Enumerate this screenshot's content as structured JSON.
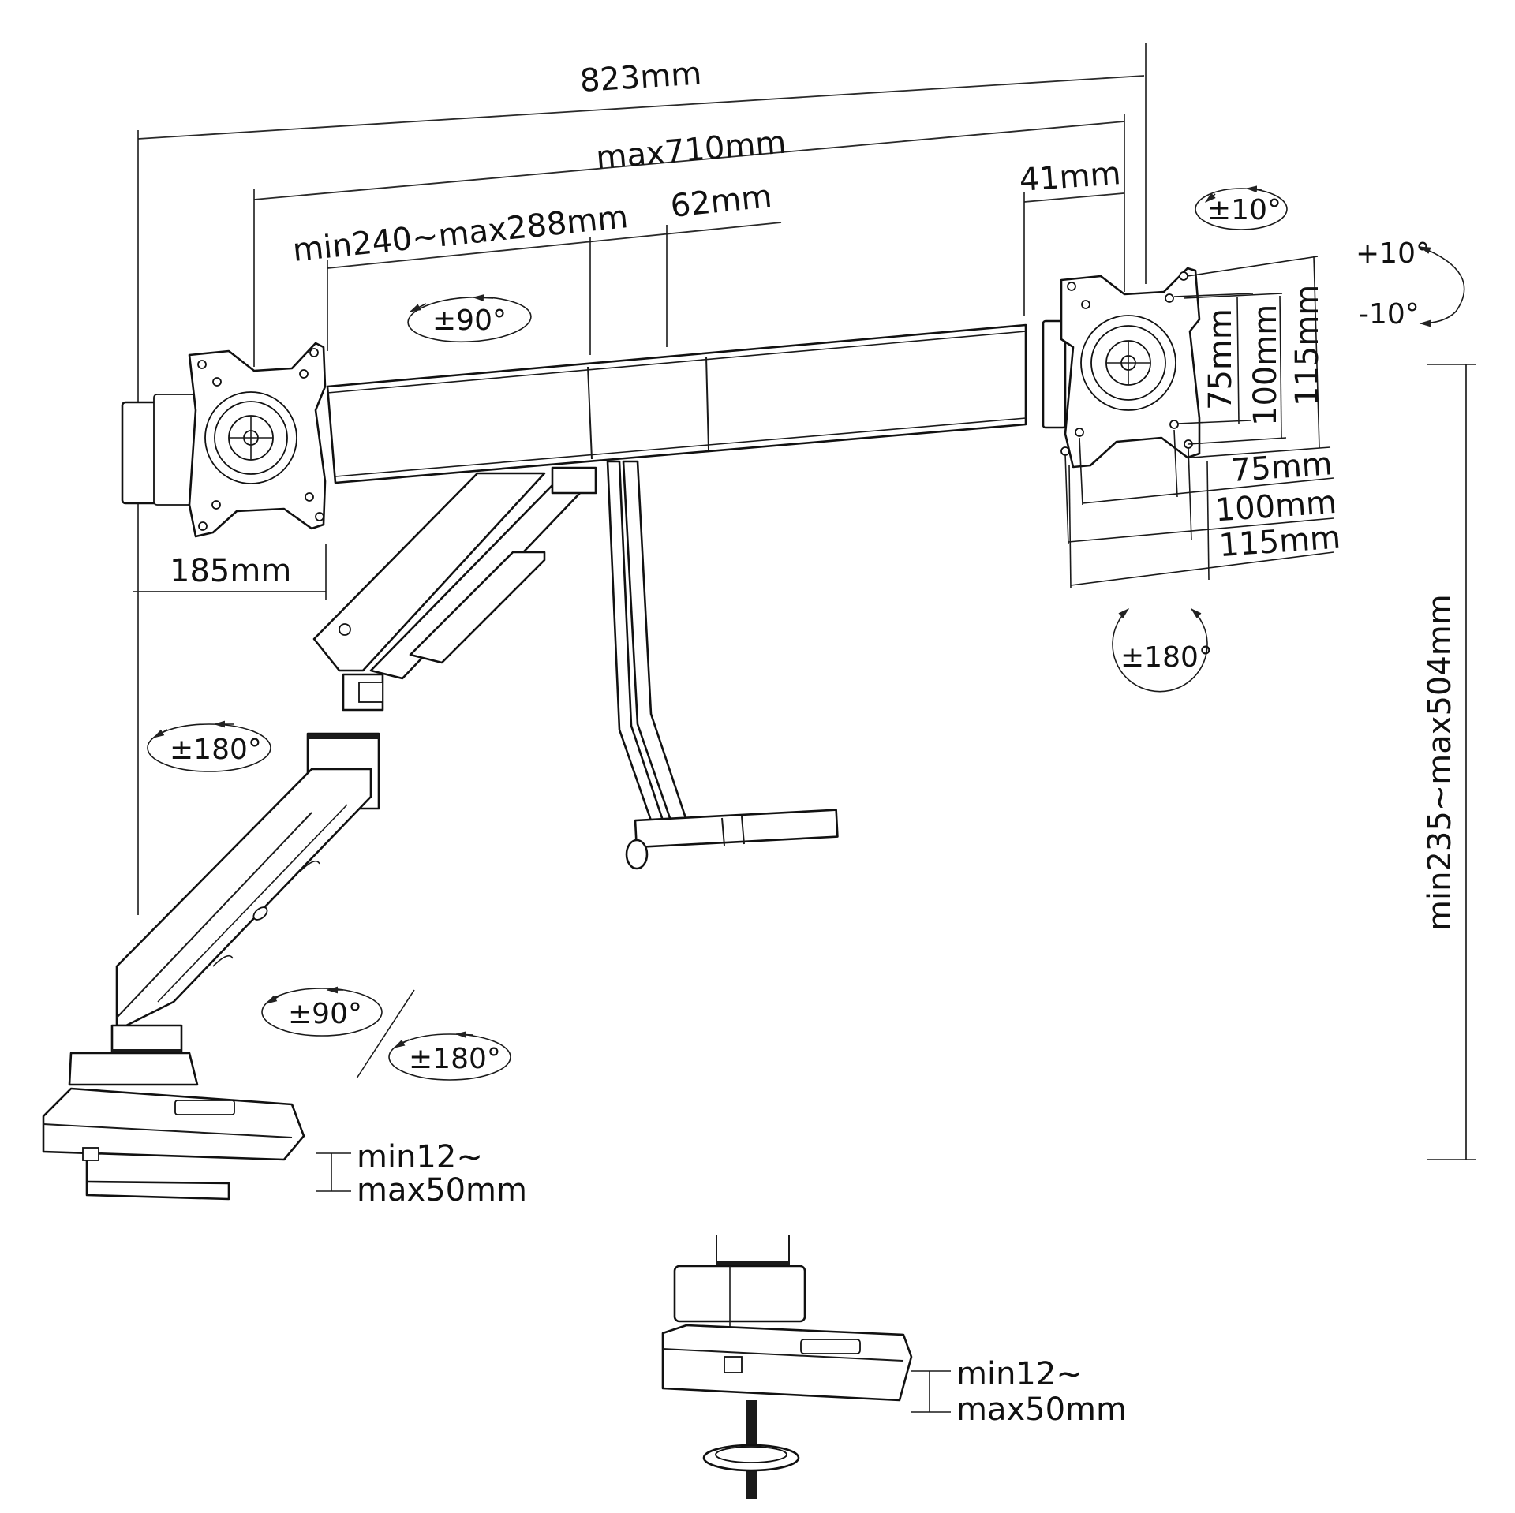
{
  "diagram": {
    "subject": "dual monitor arm with desk clamp / grommet base",
    "dimensions": {
      "overall_width": "823mm",
      "max_span": "max710mm",
      "arm_extension": "min240~max288mm",
      "center_section": "62mm",
      "bracket_offset": "41mm",
      "left_reach": "185mm",
      "height_range": "min235~max504mm",
      "vesa_vertical": [
        "75mm",
        "100mm",
        "115mm"
      ],
      "vesa_horizontal": [
        "75mm",
        "100mm",
        "115mm"
      ],
      "clamp_thickness_line1": "min12~",
      "clamp_thickness_line2": "max50mm",
      "grommet_thickness_line1": "min12~",
      "grommet_thickness_line2": "max50mm"
    },
    "rotations": {
      "crossbar_swivel": "±90°",
      "vesa_swivel": "±10°",
      "tilt_up": "+10°",
      "tilt_down": "-10°",
      "vesa_rotation": "±180°",
      "elbow_swivel": "±180°",
      "base_swivel_a": "±90°",
      "base_swivel_b": "±180°"
    }
  }
}
